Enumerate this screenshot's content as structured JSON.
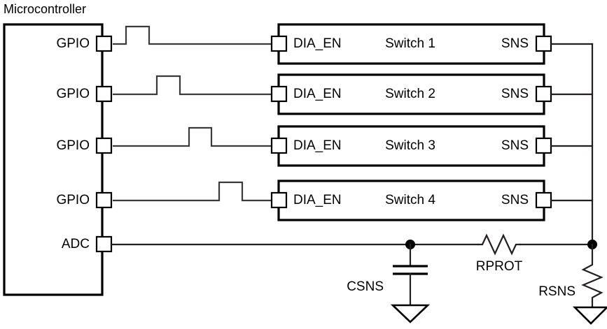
{
  "diagram": {
    "title": "Microcontroller",
    "type": "circuit-schematic",
    "mcu": {
      "label": "Microcontroller",
      "pins": [
        {
          "name": "GPIO",
          "label": "GPIO",
          "row": 1
        },
        {
          "name": "GPIO",
          "label": "GPIO",
          "row": 2
        },
        {
          "name": "GPIO",
          "label": "GPIO",
          "row": 3
        },
        {
          "name": "GPIO",
          "label": "GPIO",
          "row": 4
        },
        {
          "name": "ADC",
          "label": "ADC",
          "row": 5
        }
      ]
    },
    "switches": [
      {
        "input_label": "DIA_EN",
        "name": "Switch 1",
        "output_label": "SNS"
      },
      {
        "input_label": "DIA_EN",
        "name": "Switch 2",
        "output_label": "SNS"
      },
      {
        "input_label": "DIA_EN",
        "name": "Switch 3",
        "output_label": "SNS"
      },
      {
        "input_label": "DIA_EN",
        "name": "Switch 4",
        "output_label": "SNS"
      }
    ],
    "waveforms": [
      {
        "name": "pulse-gpio-1",
        "description": "single pulse, earliest"
      },
      {
        "name": "pulse-gpio-2",
        "description": "single pulse, delayed"
      },
      {
        "name": "pulse-gpio-3",
        "description": "single pulse, delayed more"
      },
      {
        "name": "pulse-gpio-4",
        "description": "single pulse, latest"
      }
    ],
    "components": [
      {
        "name": "CSNS",
        "label": "CSNS",
        "type": "capacitor"
      },
      {
        "name": "RPROT",
        "label": "RPROT",
        "type": "resistor"
      },
      {
        "name": "RSNS",
        "label": "RSNS",
        "type": "resistor"
      }
    ],
    "grounds": [
      {
        "name": "ground-csns"
      },
      {
        "name": "ground-rsns"
      }
    ],
    "colors": {
      "line": "#231f20",
      "outline": "#000000",
      "background": "#ffffff"
    }
  }
}
